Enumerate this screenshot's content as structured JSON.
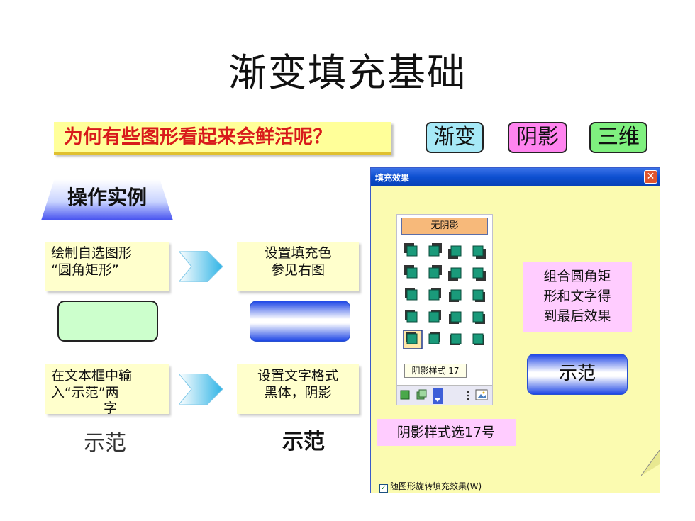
{
  "slide": {
    "title": "渐变填充基础",
    "question": "为何有些图形看起来会鲜活呢？",
    "tags": [
      "渐变",
      "阴影",
      "三维"
    ],
    "example_label": "操作实例",
    "step1": [
      "绘制自选图形",
      "“圆角矩形”"
    ],
    "step2": [
      "设置填充色",
      "参见右图"
    ],
    "step3": [
      "在文本框中输",
      "入“示范”两",
      "字"
    ],
    "step4": [
      "设置文字格式",
      "黑体，阴影"
    ],
    "demo_plain": "示范",
    "demo_styled": "示范"
  },
  "dialog": {
    "title": "填充效果",
    "close_icon": "close-icon",
    "no_shadow": "无阴影",
    "style_label": "阴影样式 17",
    "selected_style": 17,
    "result_text": [
      "组合圆角矩",
      "形和文字得",
      "到最后效果"
    ],
    "result_button": "示范",
    "pick_note": "阴影样式选17号",
    "rotate_checkbox": "随图形旋转填充效果(W)",
    "rotate_checked": true
  },
  "colors": {
    "question_text": "#d81b1b",
    "tag_jianbian": "#a6e9f7",
    "tag_yinying": "#ff84ef",
    "tag_sanwei": "#7ff07f",
    "dialog_bg": "#fbfbb0",
    "note_pink": "#ffccff",
    "gradient_blue": "#1e46e6"
  }
}
